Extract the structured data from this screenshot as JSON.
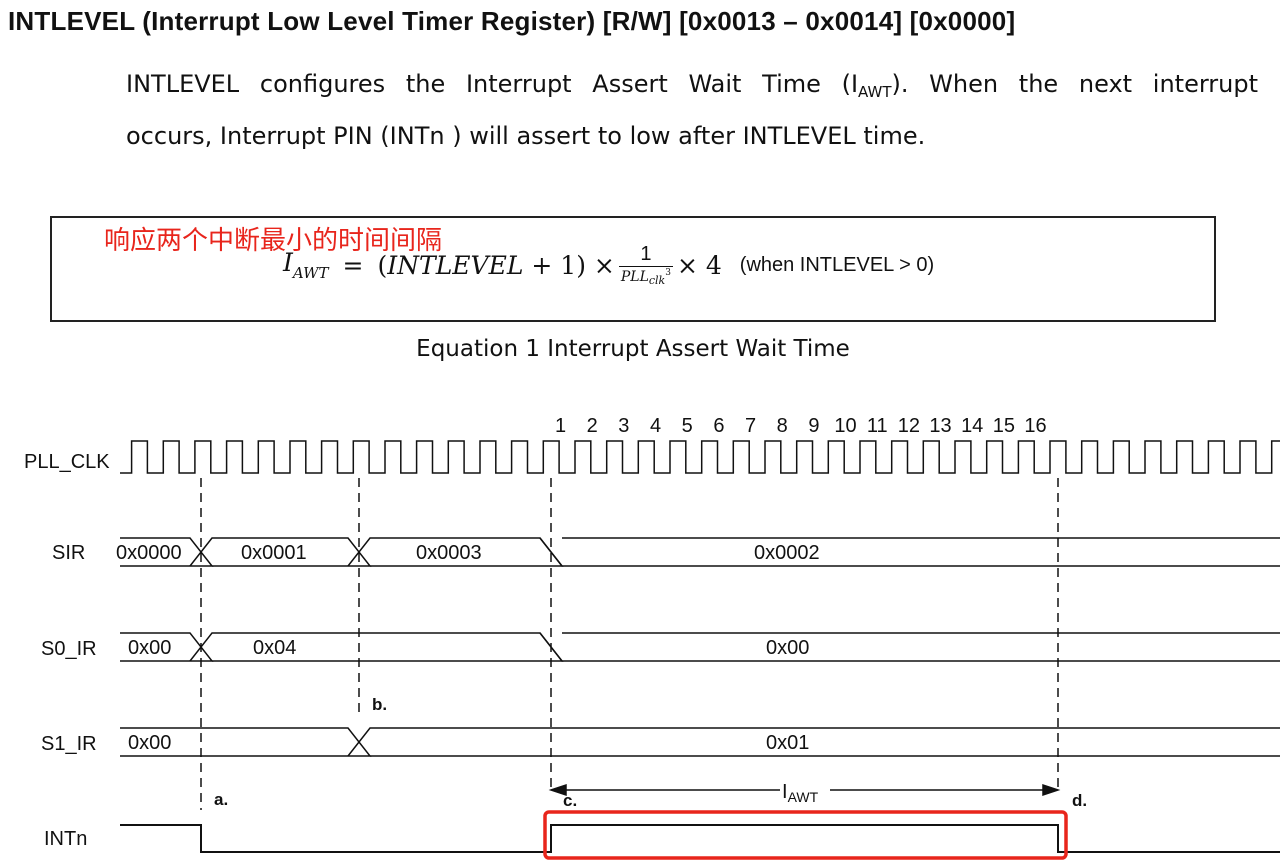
{
  "header": {
    "title": "INTLEVEL (Interrupt Low Level Timer Register) [R/W] [0x0013 – 0x0014] [0x0000]"
  },
  "description": {
    "line1_before": "INTLEVEL configures the Interrupt Assert Wait Time (I",
    "line1_sub": "AWT",
    "line1_after": "). When the next interrupt",
    "line2": "occurs, Interrupt PIN (INTn ) will assert to low after INTLEVEL time."
  },
  "annotation": {
    "chinese_note": "响应两个中断最小的时间间隔",
    "color": "#e8251c"
  },
  "equation": {
    "lhs_main": "I",
    "lhs_sub": "AWT",
    "eq_sign": "=",
    "term": "(INTLEVEL + 1) ×",
    "frac_num": "1",
    "frac_den_main": "PLL",
    "frac_den_sub": "clk",
    "frac_den_sup": "3",
    "times4": "× 4",
    "condition": "(when INTLEVEL > 0)"
  },
  "caption": "Equation 1 Interrupt Assert Wait Time",
  "timing": {
    "cycle_numbers": [
      "1",
      "2",
      "3",
      "4",
      "5",
      "6",
      "7",
      "8",
      "9",
      "10",
      "11",
      "12",
      "13",
      "14",
      "15",
      "16"
    ],
    "signals": {
      "pll_clk": "PLL_CLK",
      "sir": {
        "name": "SIR",
        "values": [
          "0x0000",
          "0x0001",
          "0x0003",
          "0x0002"
        ]
      },
      "s0_ir": {
        "name": "S0_IR",
        "values": [
          "0x00",
          "0x04",
          "0x00"
        ]
      },
      "s1_ir": {
        "name": "S1_IR",
        "values": [
          "0x00",
          "0x01"
        ]
      },
      "intn": "INTn"
    },
    "markers": {
      "a": "a.",
      "b": "b.",
      "c": "c.",
      "d": "d."
    },
    "iawt_label_main": "I",
    "iawt_label_sub": "AWT",
    "highlight_color": "#e8251c"
  }
}
